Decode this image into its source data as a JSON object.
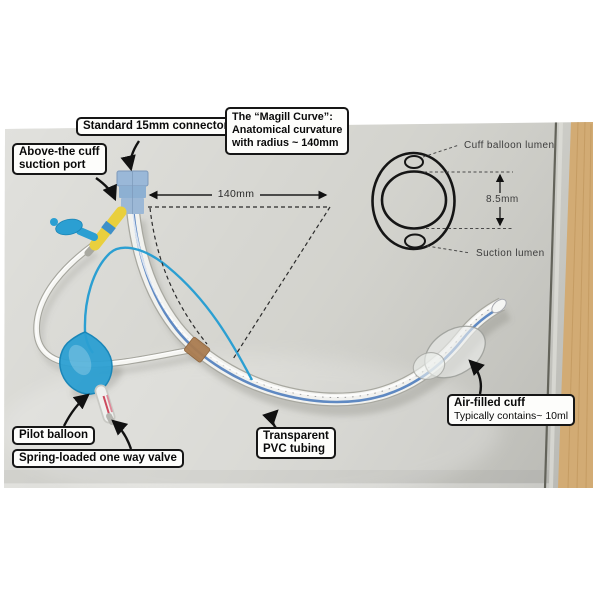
{
  "callouts": {
    "connector": {
      "label": "Standard 15mm connector"
    },
    "magill": {
      "line1": "The “Magill Curve”:",
      "line2": "Anatomical curvature",
      "line3": "with radius ~ 140mm"
    },
    "suction_port": {
      "line1": "Above-the cuff",
      "line2": "suction port"
    },
    "pilot_balloon": {
      "label": "Pilot balloon"
    },
    "one_way_valve": {
      "label": "Spring-loaded one way valve"
    },
    "pvc_tubing": {
      "line1": "Transparent",
      "line2": "PVC tubing"
    },
    "air_cuff": {
      "title": "Air-filled cuff",
      "subtitle": "Typically contains~ 10ml"
    }
  },
  "dimension": {
    "tube_length": "140mm"
  },
  "cross_section": {
    "cuff_lumen_label": "Cuff balloon lumen",
    "inner_diameter": "8.5mm",
    "suction_lumen_label": "Suction lumen"
  },
  "colors": {
    "board_grey": "#cfcfc9",
    "wood_tan": "#d2ab74",
    "connector_blue": "#9ab8d8",
    "stripe_blue": "#4f7dbd",
    "pilot_blue": "#2b9fd2",
    "port_yellow": "#e9cf3d"
  }
}
